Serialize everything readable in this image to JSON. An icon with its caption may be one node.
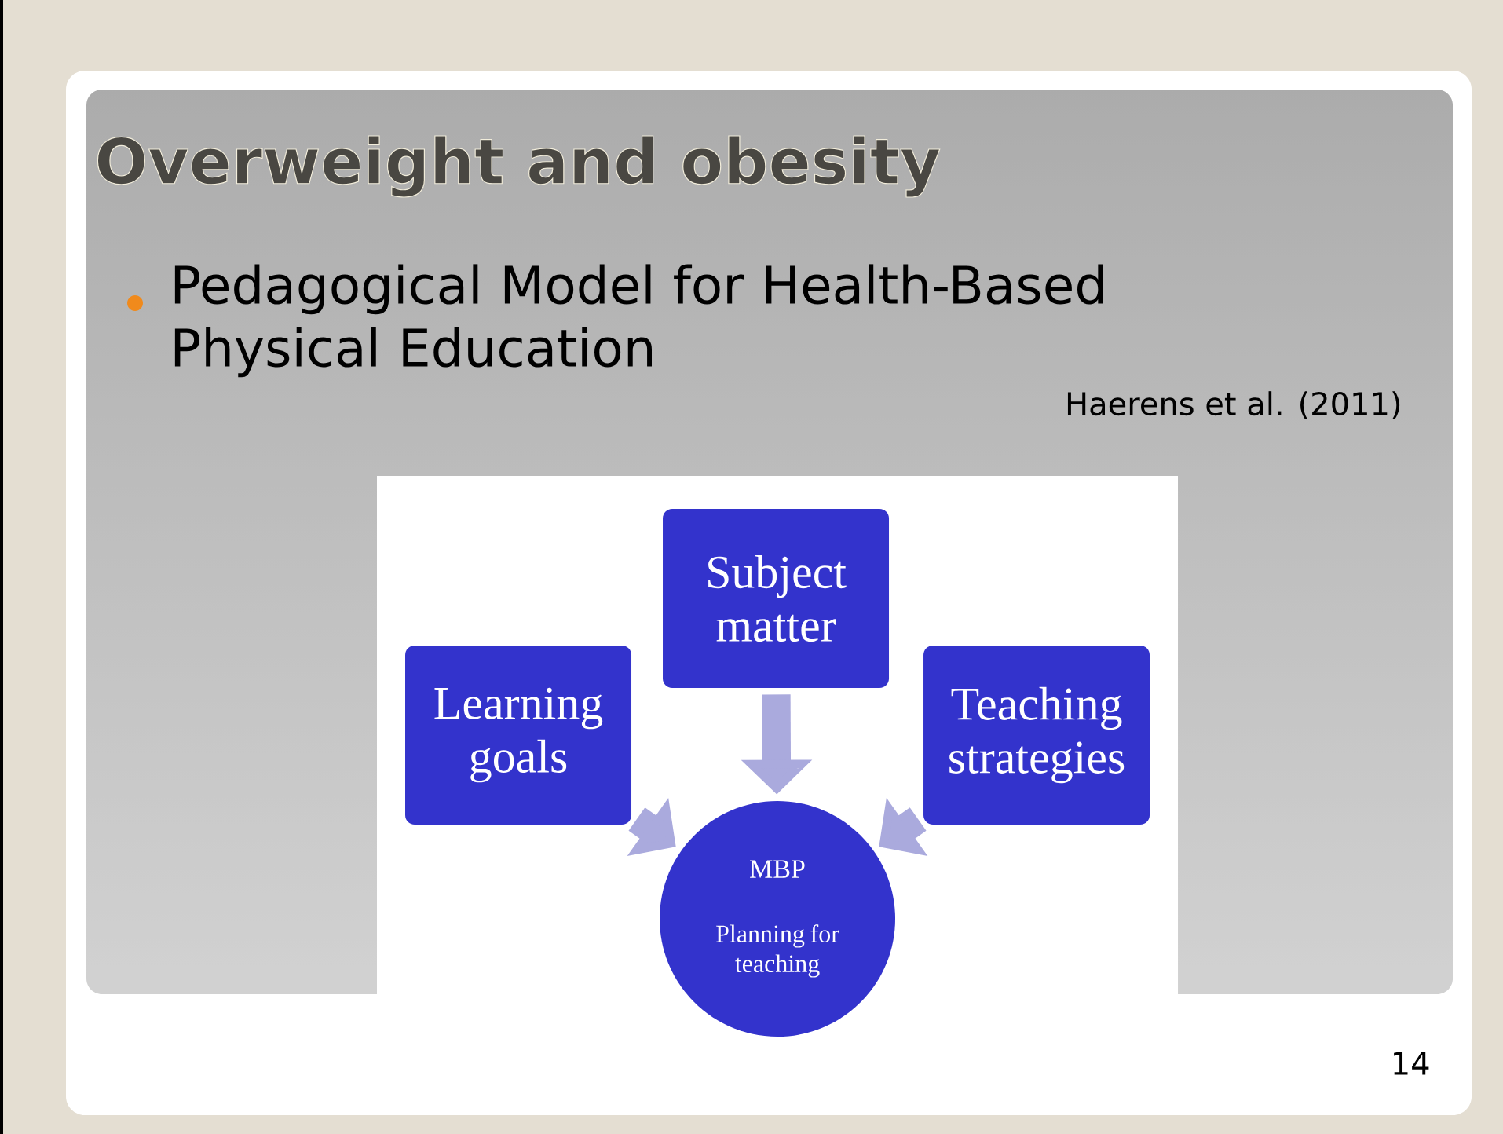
{
  "diagram": {
    "title": "Overweight and obesity",
    "nodes": [
      {
        "text": [
          "Learning goals"
        ]
      },
      {
        "text": [
          "Subject matter"
        ]
      },
      {
        "text": [
          "Teaching strategies"
        ]
      },
      {
        "text": [
          "MBP",
          "Planning for teaching"
        ]
      }
    ],
    "edges": [
      {
        "from": 0,
        "to": 3,
        "arrow": "to"
      },
      {
        "from": 1,
        "to": 3,
        "arrow": "to"
      },
      {
        "from": 2,
        "to": 3,
        "arrow": "to"
      }
    ],
    "labels": [
      "Pedagogical Model for Health-Based Physical Education",
      "Haerens et al. (2011)",
      "14"
    ]
  }
}
